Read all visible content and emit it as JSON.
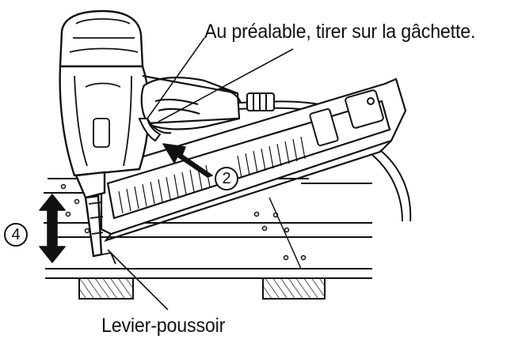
{
  "labels": {
    "trigger_instruction": "Au préalable, tirer sur la gâchette.",
    "lever_name": "Levier-poussoir"
  },
  "callouts": {
    "step_2": "2",
    "step_4": "4"
  },
  "colors": {
    "ink": "#111111",
    "paper": "#ffffff"
  }
}
